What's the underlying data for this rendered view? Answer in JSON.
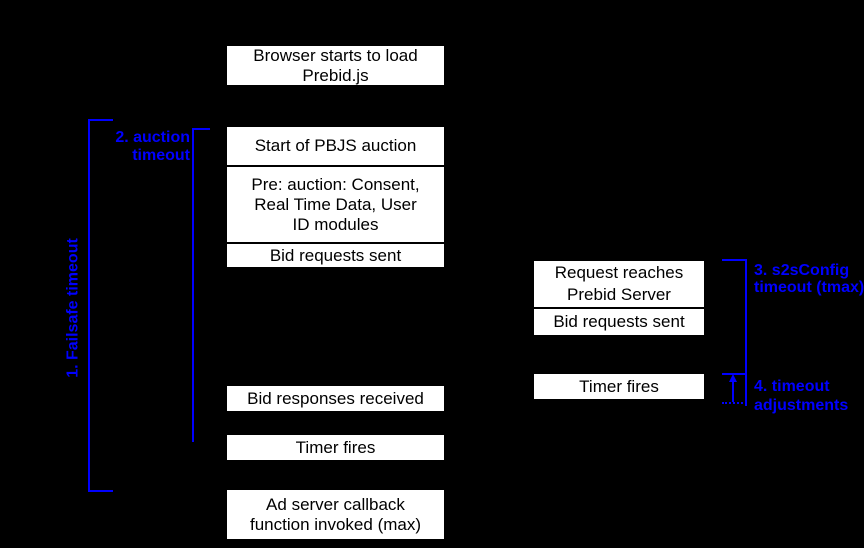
{
  "colors": {
    "background": "#000000",
    "box_fill": "#ffffff",
    "box_text": "#000000",
    "accent_blue": "#0000ff"
  },
  "boxes": {
    "browser_load": {
      "line1": "Browser starts to load",
      "line2": "Prebid.js"
    },
    "start_auction": {
      "line1": "Start of PBJS auction"
    },
    "pre_auction": {
      "line1": "Pre: auction: Consent,",
      "line2": "Real Time Data, User",
      "line3": "ID modules"
    },
    "bid_requests_client": {
      "line1": "Bid requests sent"
    },
    "bid_responses_client": {
      "line1": "Bid responses received"
    },
    "timer_fires_client": {
      "line1": "Timer fires"
    },
    "ad_server_callback": {
      "line1": "Ad server callback",
      "line2": "function invoked (max)"
    },
    "request_reaches_server": {
      "line1": "Request reaches",
      "line2": "Prebid Server"
    },
    "bid_requests_server": {
      "line1": "Bid requests sent"
    },
    "timer_fires_server": {
      "line1": "Timer fires"
    }
  },
  "labels": {
    "failsafe_timeout": "1. Failsafe timeout",
    "auction_timeout": {
      "line1": "2. auction",
      "line2": "timeout"
    },
    "s2s_timeout": {
      "line1": "3. s2sConfig",
      "line2": "timeout (tmax)"
    },
    "timeout_adjustments": {
      "line1": "4. timeout",
      "line2": "adjustments"
    }
  }
}
